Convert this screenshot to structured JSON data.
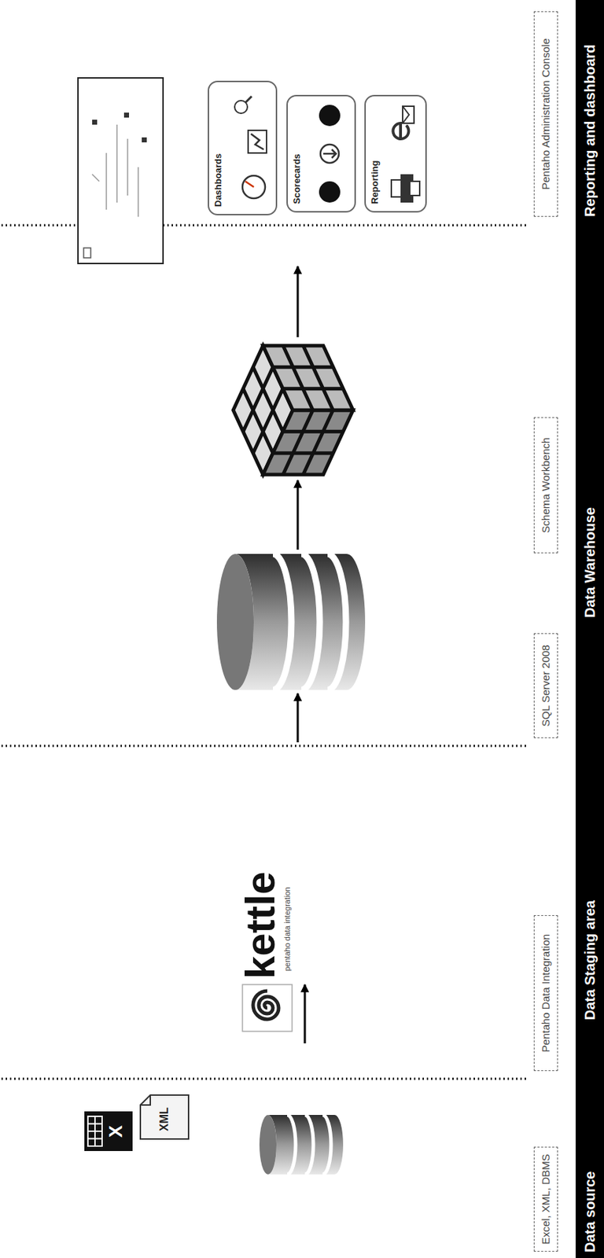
{
  "diagram": {
    "nodes": [
      {
        "text": [
          "Dashboards"
        ]
      },
      {
        "text": [
          "Scorecards"
        ]
      },
      {
        "text": [
          "Reporting"
        ]
      },
      {
        "text": [
          "Excel, XML, DBMS"
        ]
      },
      {
        "text": [
          "Pentaho Data Integration"
        ]
      },
      {
        "text": [
          "SQL Server 2008"
        ]
      },
      {
        "text": [
          "Schema Workbench"
        ]
      },
      {
        "text": [
          "Pentaho Administration Console"
        ]
      },
      {
        "text": [
          "Data source",
          "Data Staging area",
          "Data Warehouse",
          "Reporting and dashboard"
        ]
      }
    ],
    "labels": [
      "X",
      "XML",
      "kettle",
      "pentaho data integration"
    ]
  }
}
